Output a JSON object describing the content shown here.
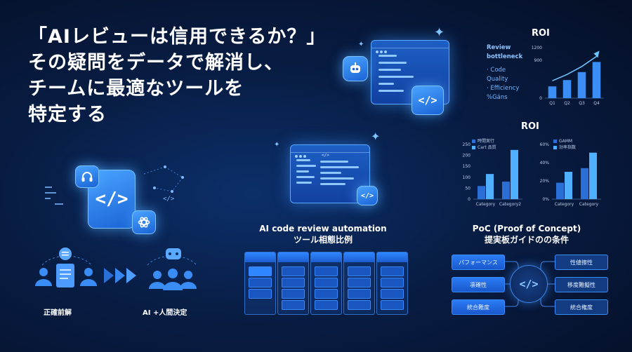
{
  "headline": {
    "line1": "「AIレビューは信用できるか？」",
    "line2": "その疑問をデータで解消し、",
    "line3": "チームに最適なツールを",
    "line4": "特定する"
  },
  "top_window": {
    "code_icon": "</>",
    "bot_icon": "robot-icon"
  },
  "mid_window": {
    "tab_label": "</>",
    "code_icon": "</>"
  },
  "left_graphic": {
    "code_icon": "</>",
    "small_code_icon": "</>",
    "headset_icon": "headset-icon",
    "ai_logo_icon": "ai-logo-icon"
  },
  "roi_top": {
    "title": "ROI",
    "side_heading_1": "Review",
    "side_heading_2": "bottleneck",
    "side_items": [
      "· Code",
      "Quality",
      "· Efficiency",
      "%Gáns"
    ],
    "y_ticks": [
      "1200",
      "900",
      "0"
    ],
    "chart_data": {
      "type": "bar",
      "title": "ROI",
      "categories": [
        "Q1",
        "Q2",
        "Q3",
        "Q4"
      ],
      "values": [
        280,
        430,
        620,
        860
      ],
      "ylim": [
        0,
        1200
      ],
      "trend_arrow": true,
      "color": "#3b8ef5"
    }
  },
  "roi_mid": {
    "title": "ROI",
    "left": {
      "legend": [
        "時間実行",
        "Cart 品質"
      ],
      "y_ticks": [
        "250",
        "200",
        "150",
        "100",
        "50",
        "0"
      ],
      "chart_data": {
        "type": "bar",
        "categories": [
          "Category",
          "Category2"
        ],
        "series": [
          {
            "name": "時間実行",
            "values": [
              60,
              80
            ]
          },
          {
            "name": "Cart 品質",
            "values": [
              115,
              225
            ]
          }
        ],
        "ylim": [
          0,
          250
        ]
      }
    },
    "right": {
      "legend": [
        "GAMM",
        "効率指数"
      ],
      "y_ticks": [
        "60%",
        "40%",
        "20%",
        "0%"
      ],
      "chart_data": {
        "type": "bar",
        "categories": [
          "Category",
          "Category"
        ],
        "series": [
          {
            "name": "GAMM",
            "values": [
              18,
              34
            ]
          },
          {
            "name": "効率指数",
            "values": [
              30,
              51
            ]
          }
        ],
        "ylim": [
          0,
          60
        ]
      }
    }
  },
  "automation": {
    "title_line1": "AI code review automation",
    "title_line2": "ツール相態比例",
    "columns": 5
  },
  "poc": {
    "title_line1": "PoC (Proof of Concept)",
    "title_line2": "提実板ガイドのの条件",
    "center_icon": "</>",
    "left_items": [
      "パフォーマンス",
      "凛確性",
      "統合難度"
    ],
    "right_items": [
      "性値擦性",
      "移度難擬性",
      "統合権度"
    ]
  },
  "bottom": {
    "left_label": "正確前解",
    "right_label": "AI +人間決定"
  },
  "colors": {
    "background": "#081d44",
    "accent": "#3b8ef5",
    "accent_light": "#6fb6ff",
    "text": "#ffffff"
  }
}
